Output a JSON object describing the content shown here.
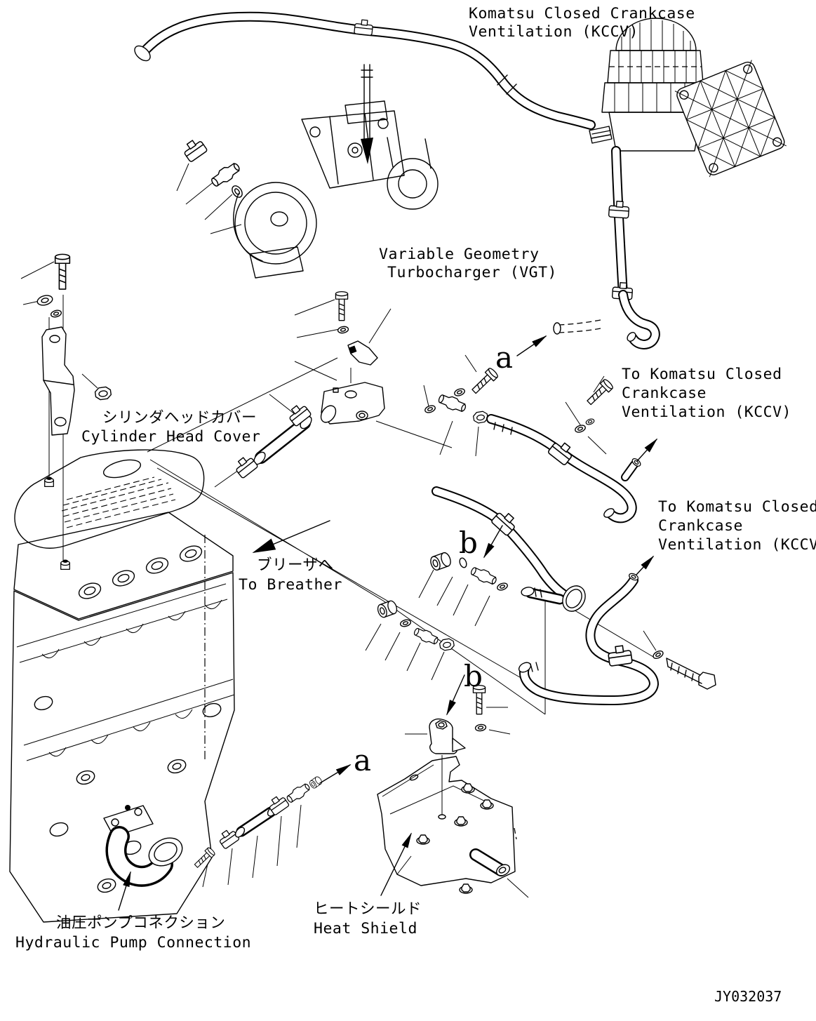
{
  "drawing": {
    "part_code": "JY032037",
    "background_color": "#ffffff",
    "line_color": "#000000",
    "labels": {
      "kccv_unit": {
        "line1": "Komatsu Closed Crankcase",
        "line2": "Ventilation (KCCV)"
      },
      "vgt": {
        "line1": "Variable Geometry",
        "line2": "Turbocharger (VGT)"
      },
      "cylinder_head_cover": {
        "line1": "シリンダヘッドカバー",
        "line2": "Cylinder Head Cover"
      },
      "to_kccv_upper": {
        "line1": "To Komatsu Closed",
        "line2": "Crankcase",
        "line3": "Ventilation (KCCV)"
      },
      "to_kccv_lower": {
        "line1": "To Komatsu Closed",
        "line2": "Crankcase",
        "line3": "Ventilation (KCCV)"
      },
      "to_breather": {
        "line1": "ブリーザへ",
        "line2": "To Breather"
      },
      "heat_shield": {
        "line1": "ヒートシールド",
        "line2": "Heat Shield"
      },
      "hydraulic_pump_connection": {
        "line1": "油圧ポンプコネクション",
        "line2": "Hydraulic Pump Connection"
      }
    },
    "callouts": {
      "a_upper": "a",
      "a_lower": "a",
      "b_upper": "b",
      "b_lower": "b"
    }
  }
}
